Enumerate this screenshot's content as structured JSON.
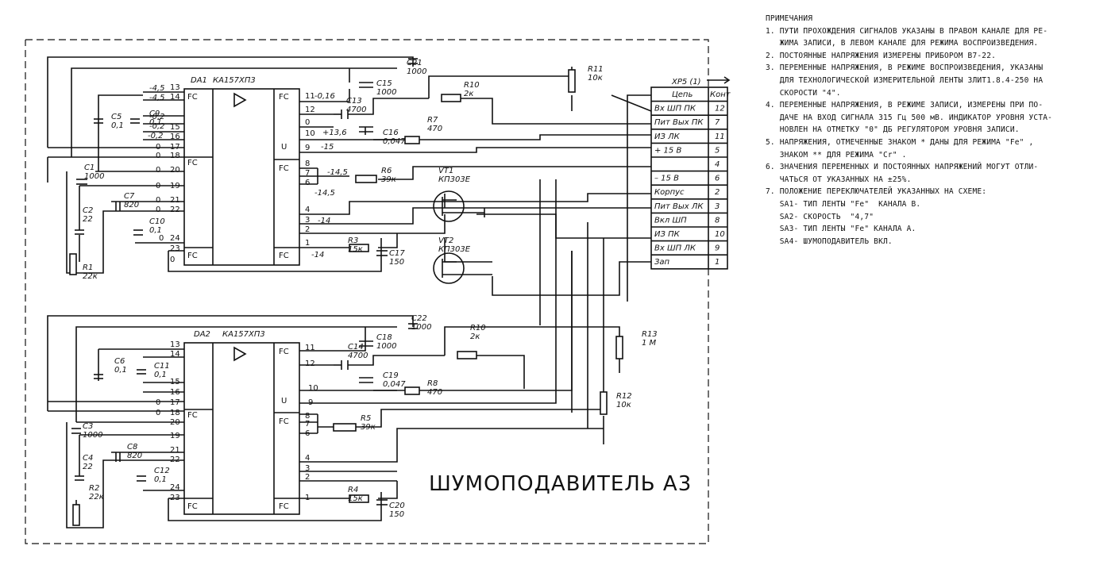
{
  "title": "ШУМОПОДАВИТЕЛЬ  А3",
  "chips": [
    {
      "ref": "DA1",
      "type": "КА157ХП3"
    },
    {
      "ref": "DA2",
      "type": "КА157ХП3"
    }
  ],
  "pin_fc": "FC",
  "pin_u": "U",
  "connector": {
    "ref": "XP5 (1)",
    "header": [
      "Цепь",
      "Конт"
    ],
    "rows": [
      [
        "Вх ШП ПК",
        "12"
      ],
      [
        "Пит Вых ПК",
        "7"
      ],
      [
        "ИЗ ЛК",
        "11"
      ],
      [
        "+ 15 В",
        "5"
      ],
      [
        "",
        "4"
      ],
      [
        "– 15 В",
        "6"
      ],
      [
        "Корпус",
        "2"
      ],
      [
        "Пит Вых ЛК",
        "3"
      ],
      [
        "Вкл ШП",
        "8"
      ],
      [
        "ИЗ ПК",
        "10"
      ],
      [
        "Вх ШП ЛК",
        "9"
      ],
      [
        "Зап",
        "1"
      ]
    ]
  },
  "components": {
    "top": {
      "c5": "C5\n0,1",
      "c9": "C9\n0,1",
      "c1": "C1\n1000",
      "c7": "C7\n820",
      "c2": "C2\n22",
      "c10": "C10\n0,1",
      "r1": "R1\n22к",
      "c13": "C13\n4700",
      "c15": "C15\n1000",
      "c21": "C21\n1000",
      "c16": "C16\n0,047",
      "r10": "R10\n2к",
      "r7": "R7\n470",
      "r11": "R11\n10к",
      "r6": "R6\n39к",
      "vt1": "VT1\nКП303Е",
      "vt2": "VT2\nКП303Е",
      "r3": "R3\n15к",
      "c17": "C17\n150"
    },
    "bottom": {
      "c6": "C6\n0,1",
      "c11": "C11\n0,1",
      "c3": "C3\n1000",
      "c8": "C8\n820",
      "c4": "C4\n22",
      "c12": "C12\n0,1",
      "r2": "R2\n22к",
      "c14": "C14\n4700",
      "c18": "C18\n1000",
      "c22": "C22\n1000",
      "c19": "C19\n0,047",
      "r10b": "R10\n2к",
      "r8": "R8\n470",
      "r13": "R13\n1 М",
      "r12": "R12\n10к",
      "r5": "R5\n39к",
      "r4": "R4\n15к",
      "c20": "C20\n150"
    }
  },
  "voltages": {
    "v1": "-4,5",
    "v2": "-4,5",
    "v3": "-0,2",
    "v4": "-0,2",
    "v5": "-0,2",
    "v6": "-0,2",
    "v7": "-0,16",
    "v8": "+13,6",
    "v9": "-15",
    "v10": "-14,5",
    "v11": "-14,5",
    "v12": "-14",
    "v13": "-14"
  },
  "notes": {
    "heading": "ПРИМЕЧАНИЯ",
    "items": [
      "1. ПУТИ ПРОХОЖДЕНИЯ СИГНАЛОВ УКАЗАНЫ В ПРАВОМ КАНАЛЕ ДЛЯ РЕ-\n   ЖИМА ЗАПИСИ, В ЛЕВОМ КАНАЛЕ ДЛЯ РЕЖИМА ВОСПРОИЗВЕДЕНИЯ.",
      "2. ПОСТОЯННЫЕ НАПРЯЖЕНИЯ ИЗМЕРЕНЫ ПРИБОРОМ В7-22.",
      "3. ПЕРЕМЕННЫЕ НАПРЯЖЕНИЯ, В РЕЖИМЕ ВОСПРОИЗВЕДЕНИЯ, УКАЗАНЫ\n   ДЛЯ ТЕХНОЛОГИЧЕСКОЙ ИЗМЕРИТЕЛЬНОЙ ЛЕНТЫ ЗЛИТ1.8.4-250 НА\n   СКОРОСТИ \"4\".",
      "4. ПЕРЕМЕННЫЕ НАПРЯЖЕНИЯ, В РЕЖИМЕ ЗАПИСИ, ИЗМЕРЕНЫ ПРИ ПО-\n   ДАЧЕ НА ВХОД СИГНАЛА 315 Гц 500 мВ. ИНДИКАТОР УРОВНЯ УСТА-\n   НОВЛЕН НА ОТМЕТКУ \"0\" ДБ РЕГУЛЯТОРОМ УРОВНЯ ЗАПИСИ.",
      "5. НАПРЯЖЕНИЯ, ОТМЕЧЕННЫЕ ЗНАКОМ * ДАНЫ ДЛЯ РЕЖИМА \"Fe\" ,\n   ЗНАКОМ ** ДЛЯ РЕЖИМА \"Cr\" .",
      "6. ЗНАЧЕНИЯ ПЕРЕМЕННЫХ И ПОСТОЯННЫХ НАПРЯЖЕНИЙ МОГУТ ОТЛИ-\n   ЧАТЬСЯ ОТ УКАЗАННЫХ НА ±25%.",
      "7. ПОЛОЖЕНИЕ ПЕРЕКЛЮЧАТЕЛЕЙ УКАЗАННЫХ НА СХЕМЕ:",
      "   SA1- ТИП ЛЕНТЫ \"Fe\"  КАНАЛА В.",
      "   SA2- СКОРОСТЬ  \"4,7\"",
      "   SA3- ТИП ЛЕНТЫ \"Fe\" КАНАЛА А.",
      "   SA4- ШУМОПОДАВИТЕЛЬ ВКЛ."
    ]
  }
}
